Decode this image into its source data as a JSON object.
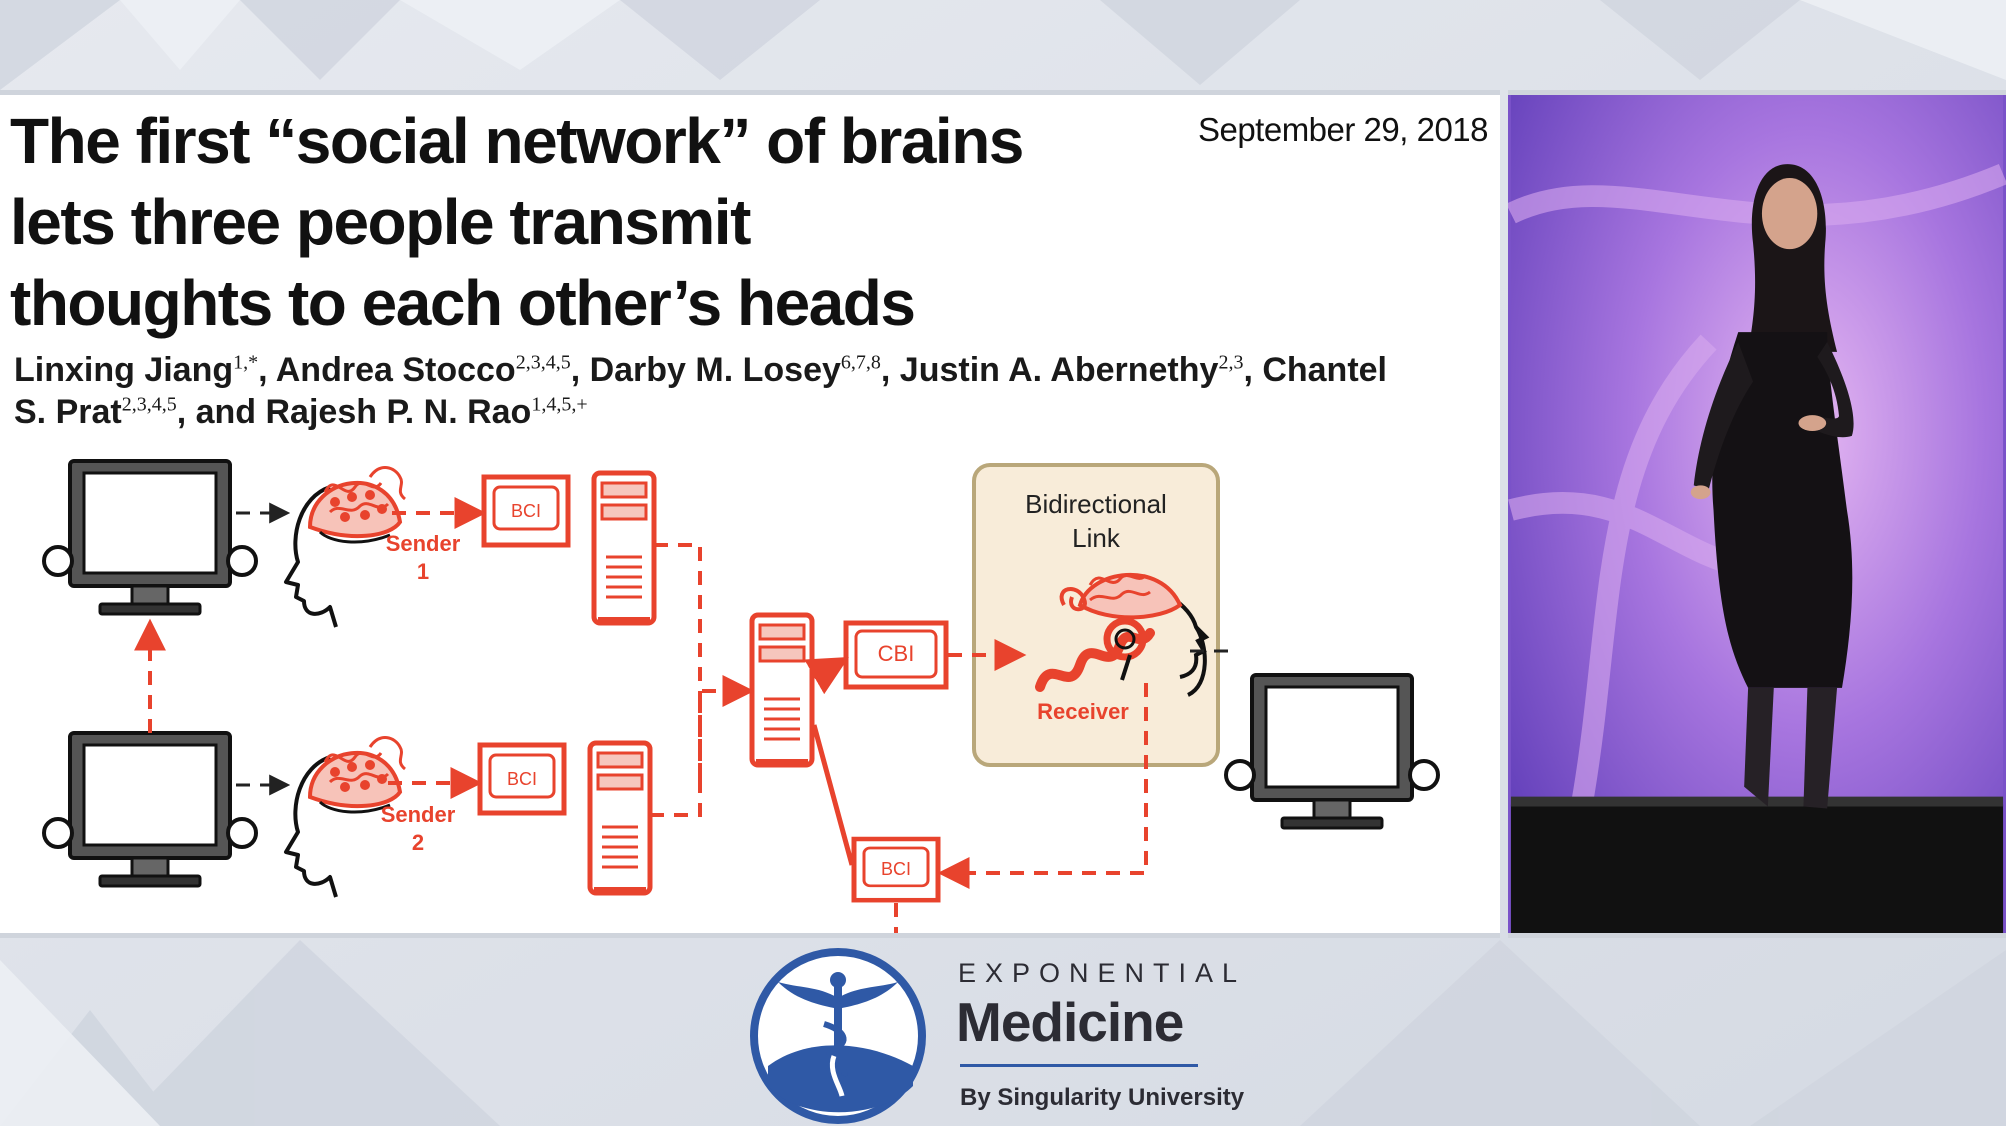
{
  "slide": {
    "headline_lines": [
      "The first “social network” of brains",
      "lets three people transmit",
      "thoughts to each other’s heads"
    ],
    "date": "September 29, 2018",
    "authors": [
      {
        "name": "Linxing Jiang",
        "sup": "1,*"
      },
      {
        "name": "Andrea Stocco",
        "sup": "2,3,4,5"
      },
      {
        "name": "Darby M. Losey",
        "sup": "6,7,8"
      },
      {
        "name": "Justin A. Abernethy",
        "sup": "2,3"
      },
      {
        "name": "Chantel S. Prat",
        "sup": "2,3,4,5"
      },
      {
        "name": "Rajesh P. N. Rao",
        "sup": "1,4,5,+"
      }
    ],
    "authors_text": {
      "line1_a": "Linxing Jiang",
      "line1_b": ", Andrea Stocco",
      "line1_c": ", Darby M. Losey",
      "line1_d": ", Justin A. Abernethy",
      "line1_e": ", Chantel",
      "line2_a": "S. Prat",
      "line2_b": ", and Rajesh P. N. Rao"
    },
    "diagram": {
      "sender1_label": "Sender",
      "sender1_num": "1",
      "sender2_label": "Sender",
      "sender2_num": "2",
      "bci_label": "BCI",
      "cbi_label": "CBI",
      "link_label_1": "Bidirectional",
      "link_label_2": "Link",
      "receiver_label": "Receiver"
    }
  },
  "branding": {
    "top": "EXPONENTIAL",
    "main": "Medicine",
    "sub": "By Singularity University"
  },
  "colors": {
    "diagram_red": "#e8432d",
    "link_box_fill": "#f8ecd9",
    "link_box_border": "#b9a77a",
    "brand_blue": "#2f59a6",
    "stage_purple": "#7a52c9"
  }
}
